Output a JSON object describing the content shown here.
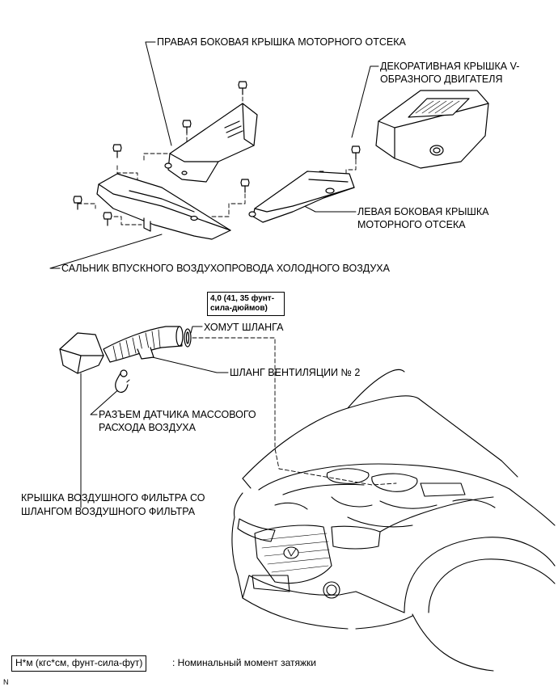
{
  "labels": {
    "right_side_cover": "ПРАВАЯ БОКОВАЯ КРЫШКА МОТОРНОГО ОТСЕКА",
    "v_engine_cover_line1": "ДЕКОРАТИВНАЯ КРЫШКА V-",
    "v_engine_cover_line2": "ОБРАЗНОГО ДВИГАТЕЛЯ",
    "left_side_cover_line1": "ЛЕВАЯ БОКОВАЯ КРЫШКА",
    "left_side_cover_line2": "МОТОРНОГО ОТСЕКА",
    "cool_air_seal": "САЛЬНИК ВПУСКНОГО ВОЗДУХОПРОВОДА ХОЛОДНОГО ВОЗДУХА",
    "hose_clamp": "ХОМУТ ШЛАНГА",
    "ventilation_hose": "ШЛАНГ ВЕНТИЛЯЦИИ № 2",
    "maf_connector_line1": "РАЗЪЕМ ДАТЧИКА МАССОВОГО",
    "maf_connector_line2": "РАСХОДА ВОЗДУХА",
    "air_filter_cap_line1": "КРЫШКА ВОЗДУШНОГО ФИЛЬТРА СО",
    "air_filter_cap_line2": "ШЛАНГОМ ВОЗДУШНОГО ФИЛЬТРА"
  },
  "torque_spec": {
    "line1": "4,0 (41, 35 фунт-",
    "line2": "сила-дюймов)"
  },
  "legend": {
    "units": "Н*м (кгс*см, фунт-сила-фут)",
    "description": ": Номинальный момент затяжки"
  },
  "figure_code": "N"
}
